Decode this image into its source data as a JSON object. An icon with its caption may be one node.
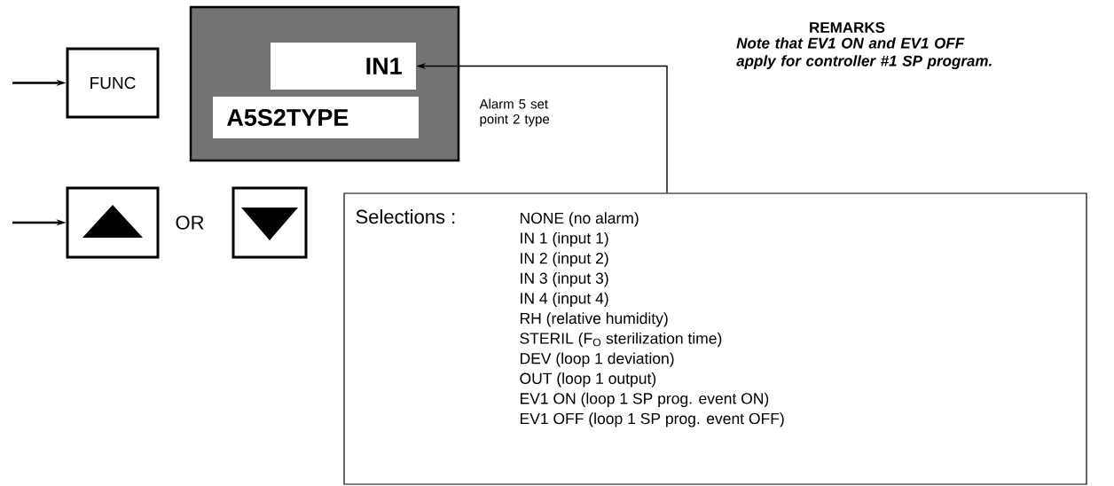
{
  "diagram": {
    "nodes": [
      {
        "text": [
          "FUNC"
        ]
      },
      {
        "text": [],
        "shape": "box",
        "beside": [
          "Alarm 5 set point 2 type"
        ]
      },
      {
        "text": [
          "IN1"
        ],
        "in": 1
      },
      {
        "text": [
          "A5S2TYPE"
        ],
        "in": 1
      },
      {
        "text": [],
        "shape": "box"
      },
      {
        "text": [],
        "shape": "box"
      },
      {
        "text": [
          "Selections :",
          "NONE (no alarm)",
          "IN 1 (input 1)",
          "IN 2 (input 2)",
          "IN 3 (input 3)",
          "IN 4 (input 4)",
          "RH (relative humidity)",
          "STERIL (F$_{O}$ sterilization time)",
          "DEV (loop 1 deviation)",
          "OUT (loop 1 output)",
          "EV1 ON (loop 1 SP prog. event ON)",
          "EV1 OFF (loop 1 SP prog. event OFF)"
        ]
      }
    ],
    "edges": [
      {
        "from": null,
        "to": 0,
        "arrow": "to"
      },
      {
        "from": null,
        "to": 4,
        "arrow": "to"
      },
      {
        "from": 6,
        "to": 2,
        "arrow": "to"
      }
    ],
    "labels": [
      "OR",
      "REMARKS",
      "Note that EV1 ON and EV1 OFF apply for controller #1 SP program."
    ]
  }
}
